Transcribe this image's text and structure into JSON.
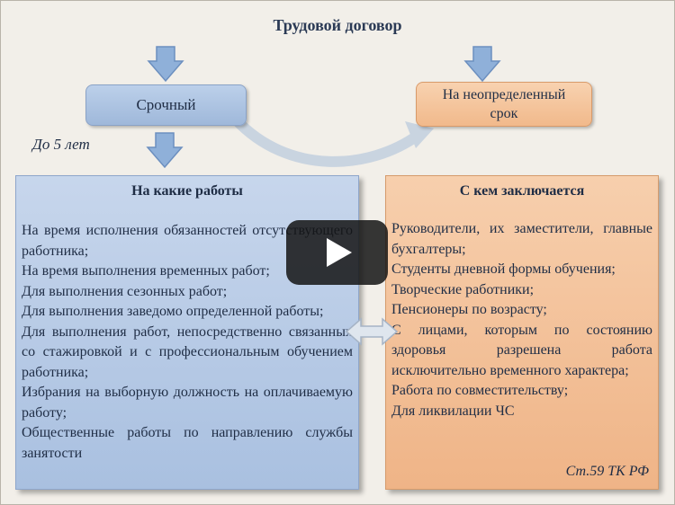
{
  "slide": {
    "title": "Трудовой договор",
    "box_fixed_term": "Срочный",
    "box_indefinite_line1": "На неопределенный",
    "box_indefinite_line2": "срок",
    "up_to_5_years": "До 5 лет"
  },
  "left_panel": {
    "heading": "На какие работы",
    "items": [
      "На время исполнения обязанностей отсутствующего работника;",
      "На время выполнения временных работ;",
      "Для выполнения сезонных работ;",
      "Для выполнения заведомо определенной работы;",
      "Для выполнения работ, непосредственно связанных со стажировкой и с профессиональным обучением работника;",
      "Избрания на выборную должность на оплачиваемую работу;",
      "Общественные работы по направлению службы занятости"
    ]
  },
  "right_panel": {
    "heading": "С кем заключается",
    "items": [
      "Руководители, их заместители, главные бухгалтеры;",
      "Студенты дневной формы обучения;",
      "Творческие работники;",
      "Пенсионеры по возрасту;",
      "С лицами, которым по состоянию здоровья разрешена работа исключительно временного характера;",
      "Работа по совместительству;",
      "Для ликвилации ЧС"
    ],
    "citation": "Ст.59 ТК РФ"
  },
  "player": {
    "play_icon": "play-icon"
  },
  "colors": {
    "blue_box": "#a9c0e0",
    "orange_box": "#efb487",
    "arrow_blue": "#8fb0d9",
    "title_text": "#2b3a55"
  }
}
